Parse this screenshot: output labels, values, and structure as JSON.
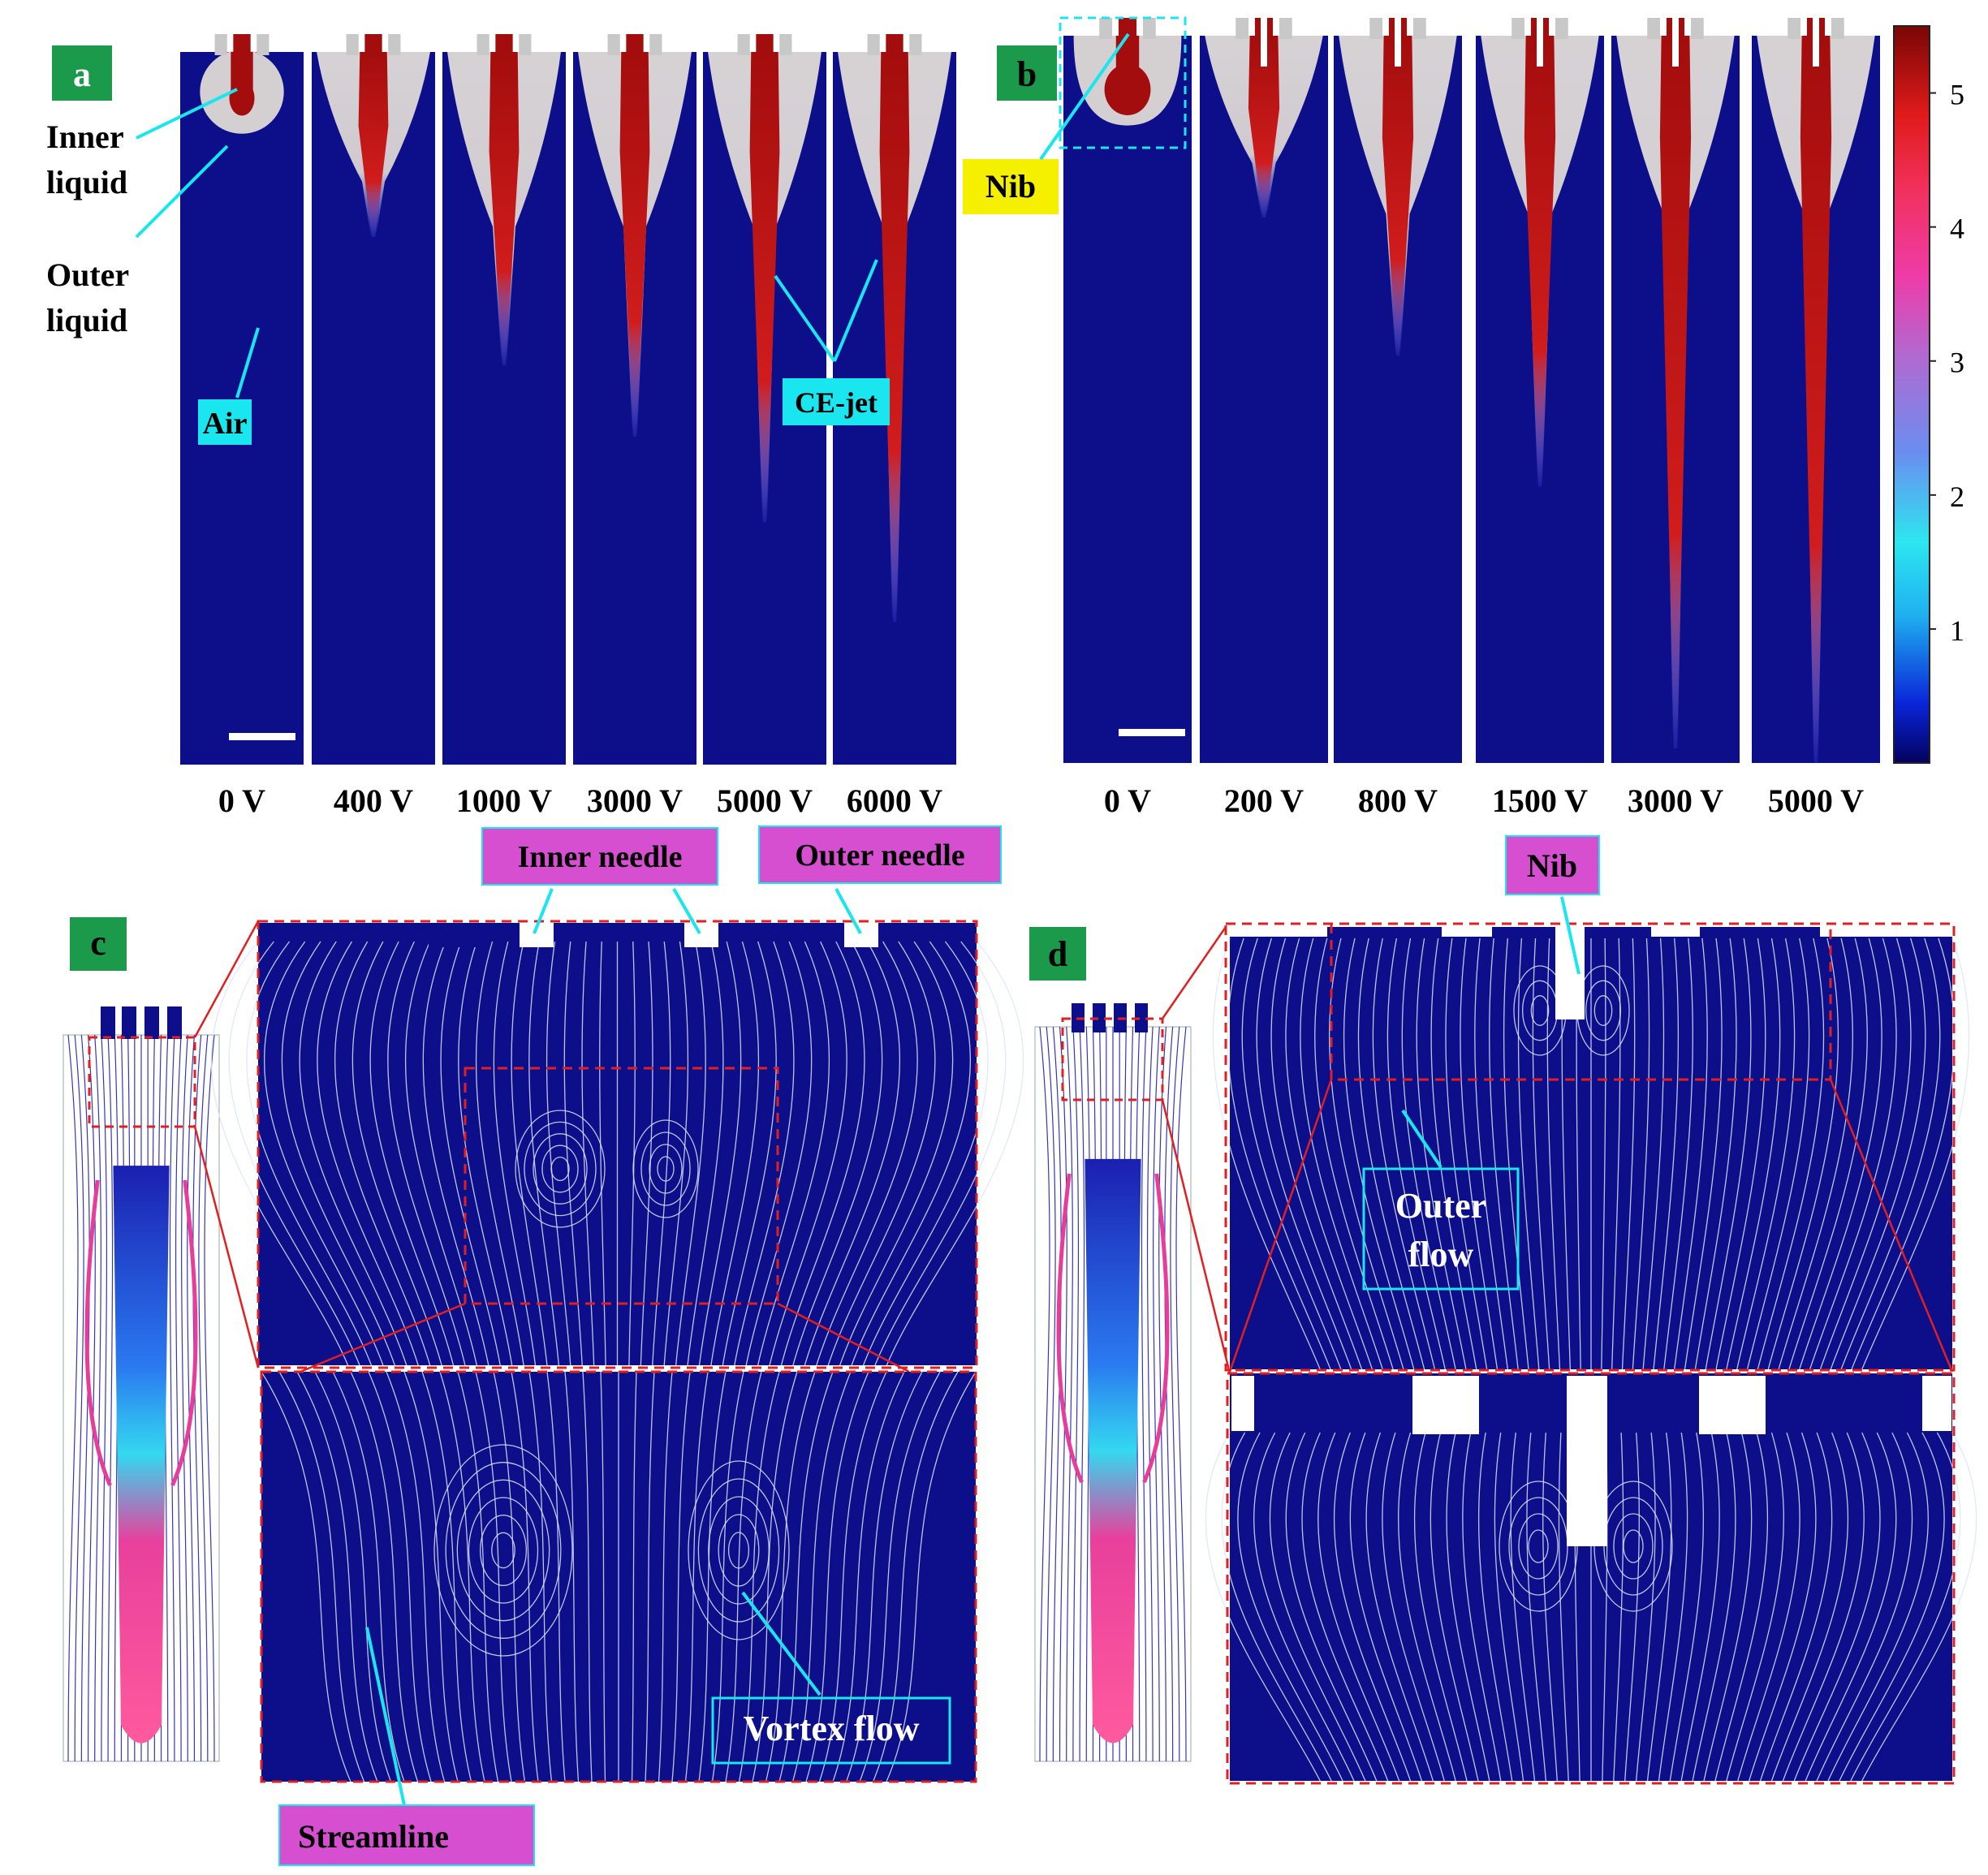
{
  "panels": {
    "a": {
      "letter": "a",
      "voltages": [
        "0 V",
        "400 V",
        "1000 V",
        "3000 V",
        "5000 V",
        "6000 V"
      ],
      "tip_fraction": [
        0.19,
        0.26,
        0.44,
        0.54,
        0.66,
        0.8
      ],
      "labels": {
        "inner_liquid_1": "Inner",
        "inner_liquid_2": "liquid",
        "outer_liquid_1": "Outer",
        "outer_liquid_2": "liquid",
        "air": "Air",
        "ce_jet": "CE-jet"
      }
    },
    "b": {
      "letter": "b",
      "voltages": [
        "0 V",
        "200 V",
        "800 V",
        "1500 V",
        "3000 V",
        "5000 V"
      ],
      "tip_fraction": [
        0.18,
        0.25,
        0.44,
        0.62,
        0.98,
        1.0
      ],
      "labels": {
        "nib": "Nib"
      },
      "colorbar_ticks": [
        "1",
        "2",
        "3",
        "4",
        "5"
      ],
      "colorbar_range": [
        0,
        5.5
      ]
    },
    "c": {
      "letter": "c",
      "labels": {
        "inner_needle": "Inner needle",
        "outer_needle": "Outer needle",
        "vortex_flow": "Vortex flow",
        "streamline": "Streamline"
      }
    },
    "d": {
      "letter": "d",
      "labels": {
        "nib": "Nib",
        "outer_flow_1": "Outer",
        "outer_flow_2": "flow"
      }
    }
  },
  "colors": {
    "background_field": "#0d0f8a",
    "jet_core": "#a40d0d",
    "outer_liquid": "#d4d0d2",
    "letter_box": "#1a9a4a",
    "cyan_callout": "#19e6ee",
    "yellow_callout": "#f4f000",
    "magenta_callout": "#d64fd0",
    "dashed_red": "#e02020",
    "streamline": "#dde3ff"
  },
  "colorbar_gradient": [
    "#04025e",
    "#0a24d8",
    "#1fb0f0",
    "#2de6f0",
    "#5a8ef0",
    "#8e7fdc",
    "#c06ad2",
    "#ee3ca8",
    "#f2305c",
    "#e01a1a",
    "#ad0c0c",
    "#7a0606"
  ]
}
